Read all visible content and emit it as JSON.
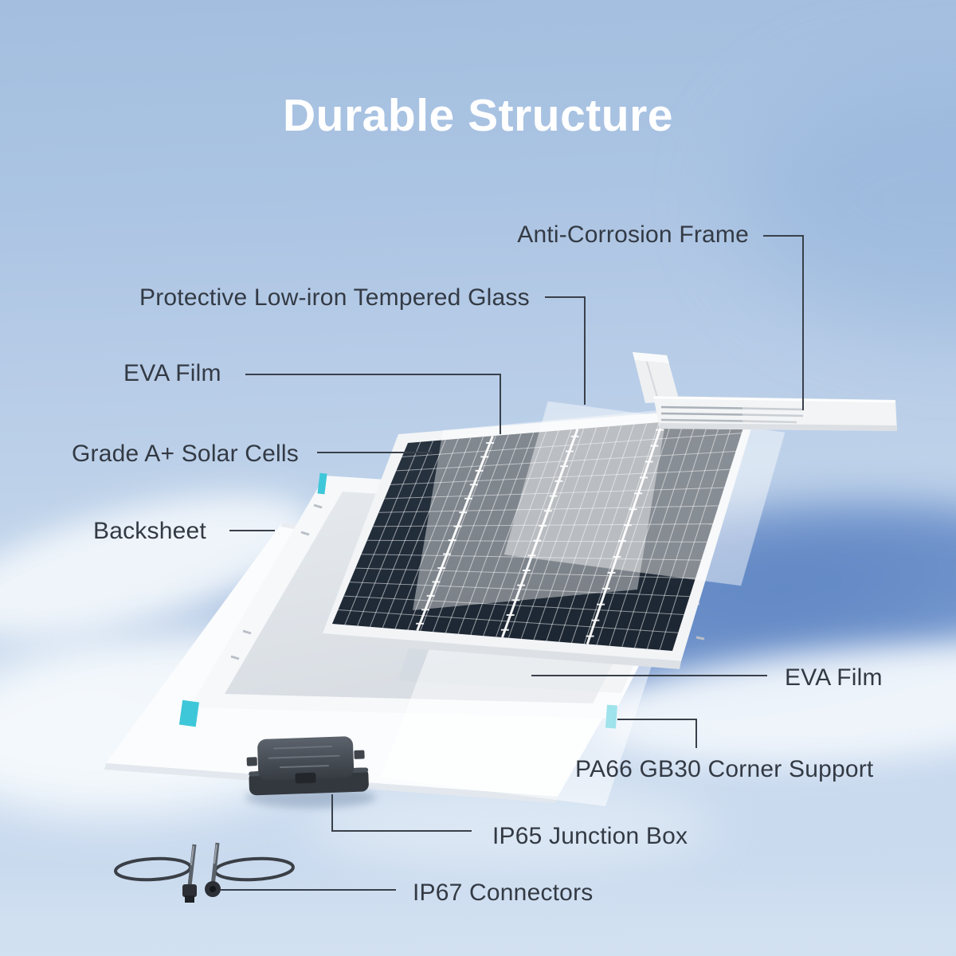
{
  "title": "Durable Structure",
  "diagram": {
    "labels": {
      "anti_corrosion": "Anti-Corrosion Frame",
      "tempered_glass": "Protective Low-iron Tempered Glass",
      "eva_film_top": "EVA Film",
      "solar_cells": "Grade A+ Solar Cells",
      "backsheet": "Backsheet",
      "eva_film_bottom": "EVA Film",
      "corner_support": "PA66 GB30 Corner Support",
      "junction_box": "IP65 Junction Box",
      "connectors": "IP67 Connectors"
    },
    "colors": {
      "accent_cyan": "#3ec7d9",
      "label_text": "#333a44",
      "leader_line": "#39404a",
      "cell_dark": "#242f3c",
      "sky_top": "#a3bedf",
      "wave_blue": "#5b82c1",
      "title_text": "#ffffff"
    }
  }
}
